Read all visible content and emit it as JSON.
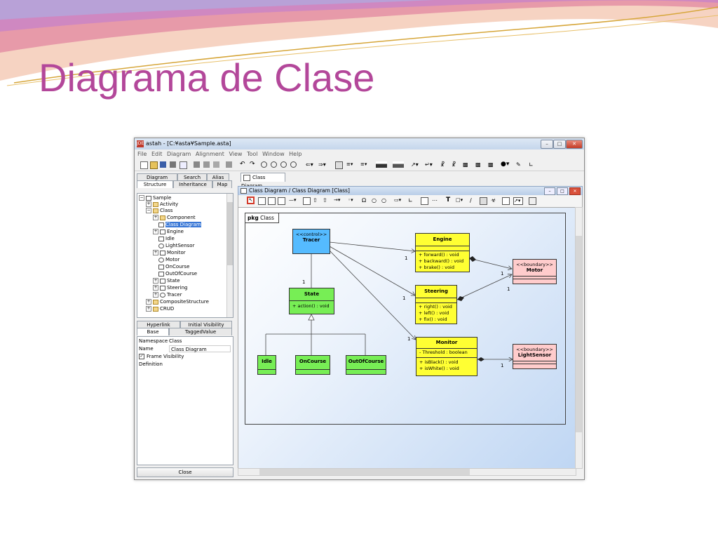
{
  "slide": {
    "title": "Diagrama de Clase"
  },
  "window": {
    "title": "astah - [C:¥asta¥Sample.asta]",
    "app_icon": "JDE"
  },
  "menu": [
    "File",
    "Edit",
    "Diagram",
    "Alignment",
    "View",
    "Tool",
    "Window",
    "Help"
  ],
  "left_tabs_top": [
    "Diagram",
    "Search",
    "Alias"
  ],
  "left_tabs_bottom": [
    "Structure",
    "Inheritance",
    "Map"
  ],
  "tree": {
    "root": "Sample",
    "items": [
      "Activity",
      "Class",
      "Component",
      "Class Diagram",
      "Engine",
      "Idle",
      "LightSensor",
      "Monitor",
      "Motor",
      "OnCourse",
      "OutOfCourse",
      "State",
      "Steering",
      "Tracer",
      "CompositeStructure",
      "CRUD"
    ]
  },
  "prop_tabs_top": [
    "Hyperlink",
    "Initial Visibility"
  ],
  "prop_tabs_bottom": [
    "Base",
    "TaggedValue"
  ],
  "props": {
    "namespace_label": "Namespace",
    "namespace_value": "Class",
    "name_label": "Name",
    "name_value": "Class Diagram",
    "frame_visibility": "Frame Visibility",
    "definition_label": "Definition"
  },
  "close_button": "Close",
  "diagram_tab": "Class Diagram",
  "diagram_header": "Class Diagram / Class Diagram [Class]",
  "toolbar_text": "T",
  "pkg": {
    "keyword": "pkg",
    "name": "Class"
  },
  "classes": {
    "tracer": {
      "stereotype": "<<control>>",
      "name": "Tracer"
    },
    "state": {
      "name": "State",
      "ops": [
        "+ action() : void"
      ]
    },
    "idle": {
      "name": "Idle"
    },
    "oncourse": {
      "name": "OnCourse"
    },
    "outofcourse": {
      "name": "OutOfCourse"
    },
    "engine": {
      "name": "Engine",
      "ops": [
        "+ forward() : void",
        "+ backward() : void",
        "+ brake() : void"
      ]
    },
    "steering": {
      "name": "Steering",
      "ops": [
        "+ right() : void",
        "+ left() : void",
        "+ fix() : void"
      ]
    },
    "monitor": {
      "name": "Monitor",
      "attrs": [
        "- Threshold : boolean"
      ],
      "ops": [
        "+ isBlack() : void",
        "+ isWhite() : void"
      ]
    },
    "motor": {
      "stereotype": "<<boundary>>",
      "name": "Motor"
    },
    "lightsensor": {
      "stereotype": "<<boundary>>",
      "name": "LightSensor"
    }
  },
  "multiplicity": "1",
  "colors": {
    "title": "#b3479a",
    "class_yellow": "#ffff33",
    "class_green": "#77ee55",
    "class_cyan": "#55bbff",
    "class_pink": "#ffcccc"
  }
}
